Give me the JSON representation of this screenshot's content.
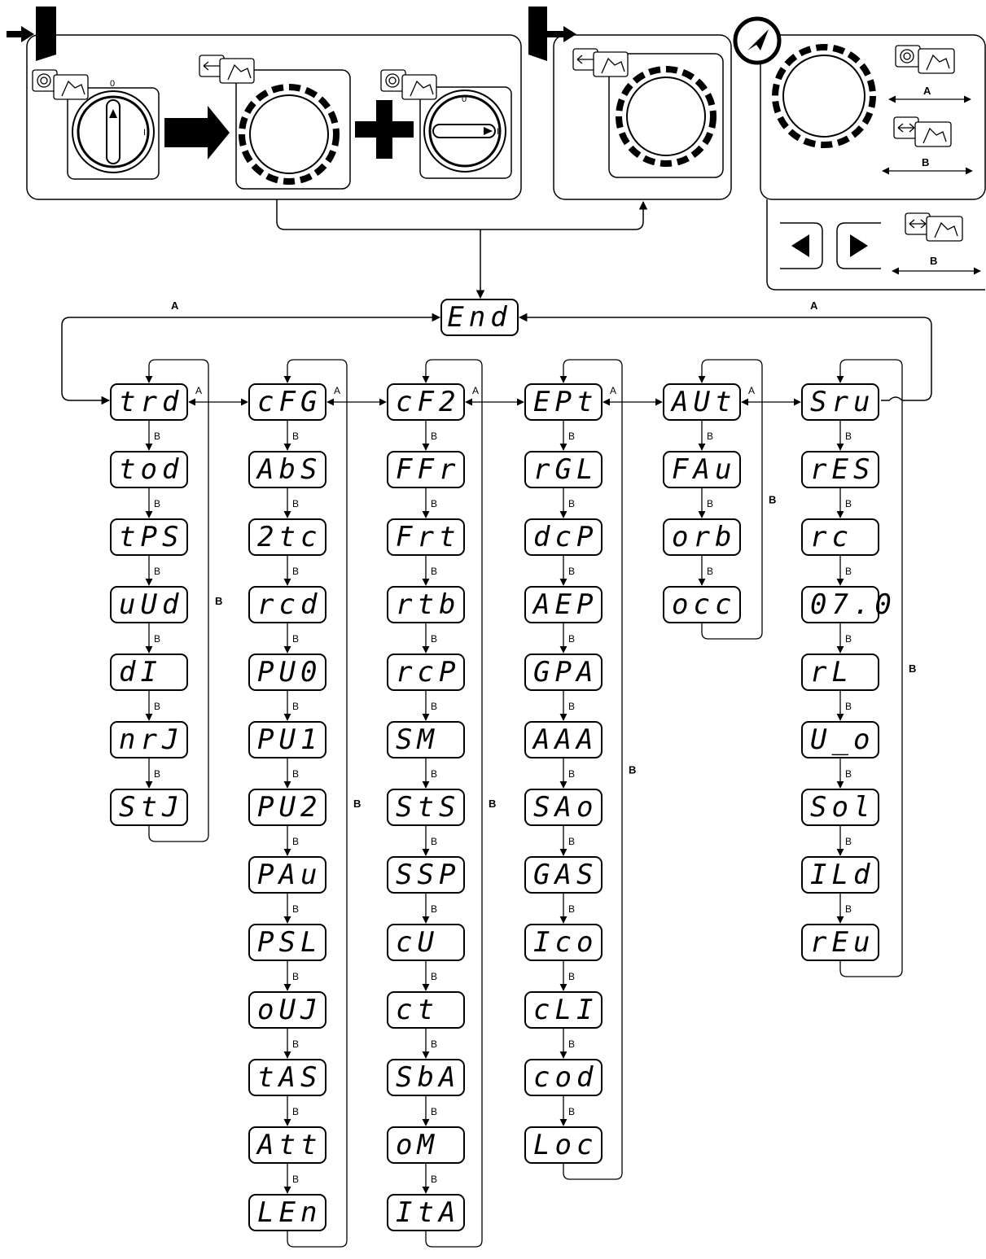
{
  "end_label": "End",
  "link_label_a": "A",
  "link_label_b": "B",
  "switch_off_mark": "0",
  "switch_on_mark": "I",
  "nav_panel": {
    "label_a": "A",
    "label_b": "B",
    "label_b2": "B"
  },
  "columns": [
    {
      "items": [
        "trd",
        "tod",
        "tPS",
        "uUd",
        "dI",
        "nrJ",
        "StJ"
      ],
      "link_labels": [
        "B",
        "B",
        "B",
        "B",
        "B",
        "B"
      ]
    },
    {
      "items": [
        "cFG",
        "AbS",
        "2tc",
        "rcd",
        "PU0",
        "PU1",
        "PU2",
        "PAu",
        "PSL",
        "oUJ",
        "tAS",
        "Att",
        "LEn"
      ],
      "link_labels": [
        "B",
        "B",
        "B",
        "B",
        "B",
        "B",
        "B",
        "B",
        "B",
        "B",
        "B",
        "B"
      ]
    },
    {
      "items": [
        "cF2",
        "FFr",
        "Frt",
        "rtb",
        "rcP",
        "SM",
        "StS",
        "SSP",
        "cU",
        "ct",
        "SbA",
        "oM",
        "ItA"
      ],
      "link_labels": [
        "B",
        "B",
        "B",
        "B",
        "B",
        "B",
        "B",
        "B",
        "B",
        "B",
        "B",
        "B"
      ]
    },
    {
      "items": [
        "EPt",
        "rGL",
        "dcP",
        "AEP",
        "GPA",
        "AAA",
        "SAo",
        "GAS",
        "Ico",
        "cLI",
        "cod",
        "Loc"
      ],
      "link_labels": [
        "B",
        "B",
        "B",
        "B",
        "B",
        "B",
        "B",
        "B",
        "B",
        "B",
        "B"
      ]
    },
    {
      "items": [
        "AUt",
        "FAu",
        "orb",
        "occ"
      ],
      "link_labels": [
        "B",
        "B",
        "B"
      ]
    },
    {
      "items": [
        "Sru",
        "rES",
        "rc",
        "07.0",
        "rL",
        "U_o",
        "Sol",
        "ILd",
        "rEu"
      ],
      "link_labels": [
        "B",
        "B",
        "B",
        "B",
        "B",
        "B",
        "B",
        "B"
      ]
    }
  ],
  "loop_labels": [
    "B",
    "B",
    "B",
    "B",
    "B",
    "B"
  ],
  "colors": {
    "stroke": "#000000",
    "background": "#ffffff"
  },
  "icons": [
    "enter-door-icon",
    "exit-door-icon",
    "navigation-arrow-icon",
    "rotate-hand-icon",
    "push-hand-icon",
    "main-switch-icon",
    "control-knob-icon",
    "arrow-left-icon",
    "arrow-right-icon",
    "plus-icon"
  ]
}
